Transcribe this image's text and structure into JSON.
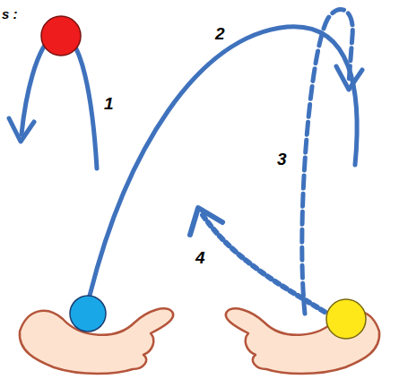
{
  "diagram": {
    "labels": [
      "s :",
      "1",
      "2",
      "3",
      "4"
    ]
  }
}
